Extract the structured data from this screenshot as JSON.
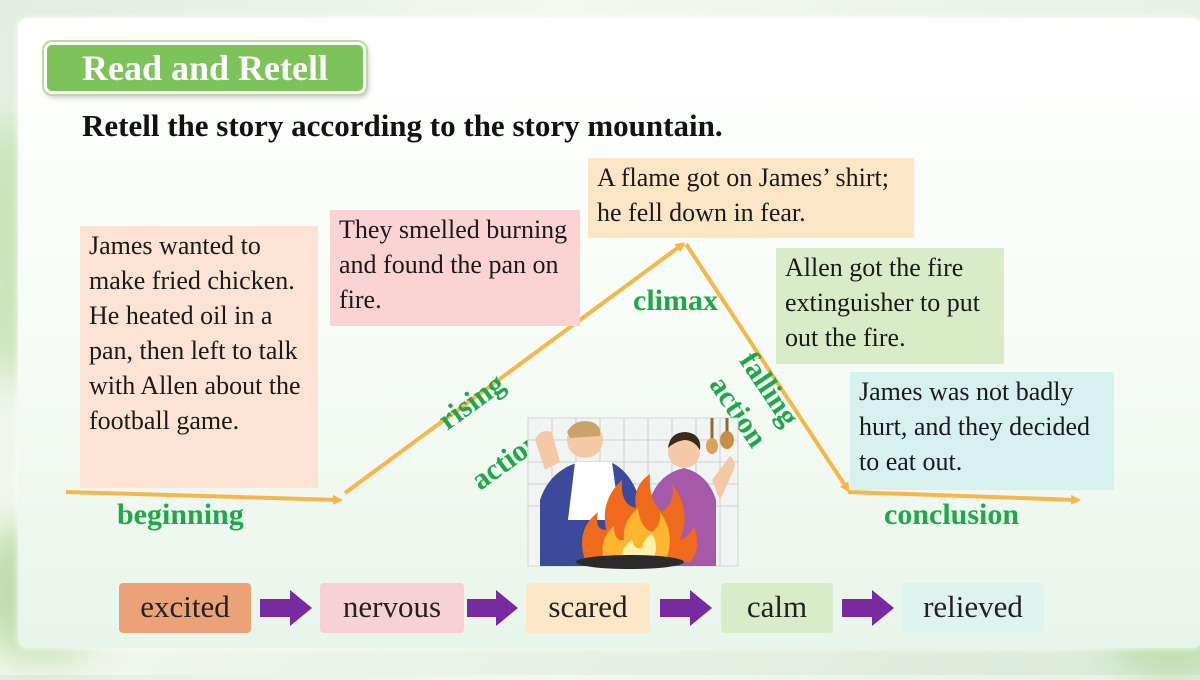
{
  "header": {
    "tag": "Read and Retell"
  },
  "instruction": "Retell the story according to the story mountain.",
  "stages": {
    "beginning": {
      "label": "beginning",
      "text": "James wanted to make fried chicken. He heated oil in a pan, then left to talk with Allen about the football game."
    },
    "rising": {
      "label_line1": "rising",
      "label_line2": "action",
      "text": "They smelled burning and found the pan on fire."
    },
    "climax": {
      "label": "climax",
      "text": "A flame got on James’ shirt; he fell down in fear."
    },
    "falling": {
      "label_line1": "falling",
      "label_line2": "action",
      "text": "Allen got the fire extinguisher to put out the fire."
    },
    "conclusion": {
      "label": "conclusion",
      "text": "James was not badly hurt, and they decided to eat out."
    }
  },
  "emotions": [
    "excited",
    "nervous",
    "scared",
    "calm",
    "relieved"
  ],
  "colors": {
    "accent_green": "#1fa84a",
    "arrow_orange": "#f5b74a",
    "emotion_arrow": "#7a2aa0",
    "tag_green": "#7ec35a"
  }
}
